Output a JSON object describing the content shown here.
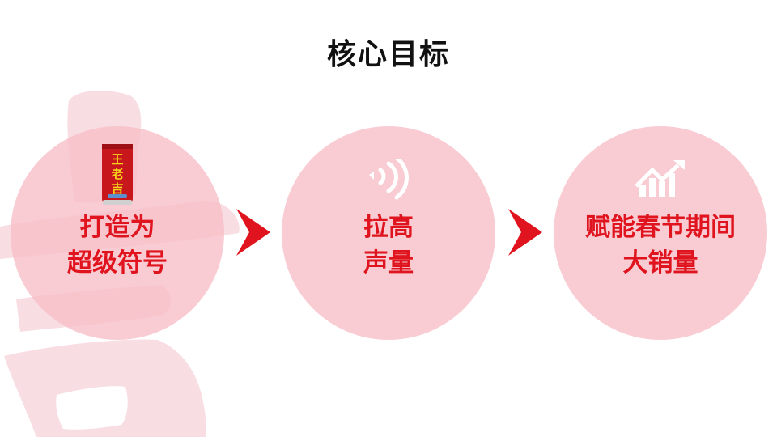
{
  "slide": {
    "title": "核心目标",
    "accent_color": "#e0141e",
    "circle_color": "#f7bec6",
    "steps": [
      {
        "icon": "product-can-icon",
        "can_text": "王老吉",
        "line1": "打造为",
        "line2": "超级符号"
      },
      {
        "icon": "signal-waves-icon",
        "line1": "拉高",
        "line2": "声量"
      },
      {
        "icon": "growth-chart-icon",
        "line1": "赋能春节期间",
        "line2": "大销量"
      }
    ],
    "watermark_glyph": "吉"
  }
}
